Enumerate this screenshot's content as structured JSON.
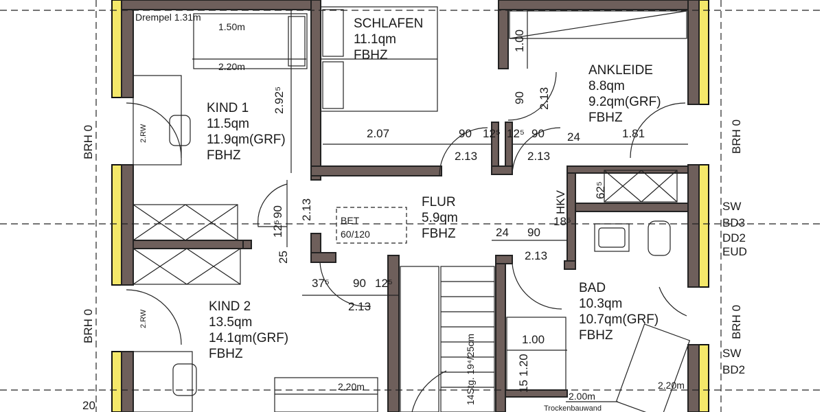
{
  "rooms": {
    "schlafen": {
      "name": "SCHLAFEN",
      "area": "11.1qm",
      "heating": "FBHZ"
    },
    "ankleide": {
      "name": "ANKLEIDE",
      "area": "8.8qm",
      "area_grf": "9.2qm(GRF)",
      "heating": "FBHZ"
    },
    "kind1": {
      "name": "KIND 1",
      "area": "11.5qm",
      "area_grf": "11.9qm(GRF)",
      "heating": "FBHZ"
    },
    "kind2": {
      "name": "KIND 2",
      "area": "13.5qm",
      "area_grf": "14.1qm(GRF)",
      "heating": "FBHZ"
    },
    "flur": {
      "name": "FLUR",
      "area": "5.9qm",
      "heating": "FBHZ"
    },
    "bad": {
      "name": "BAD",
      "area": "10.3qm",
      "area_grf": "10.7qm(GRF)",
      "heating": "FBHZ"
    }
  },
  "notes": {
    "drempel": "Drempel 1.31m",
    "bett_a": "BET",
    "bett_b": "60/120",
    "hkv": "HKV",
    "stairs": "14Stg. 19⁴/25cm",
    "trockenbau": "Trockenbauwand",
    "rw": "2.RW",
    "brh": "BRH 0",
    "sw": "SW",
    "bd_3": "BD3",
    "dd_2": "DD2",
    "eud": "EUD",
    "bd_2": "BD2",
    "edge_20": "20"
  },
  "dimensions": {
    "d_150": "1.50m",
    "d_220a": "2.20m",
    "d_292": "2.92⁵",
    "d_207": "2.07",
    "d_90a": "90",
    "d_213a": "2.13",
    "d_12a": "12⁵",
    "d_12b": "12⁵",
    "d_5": "5",
    "d_90b": "90",
    "d_213b": "2.13",
    "d_24a": "24",
    "d_181": "1.81",
    "d_100a": "1.00",
    "d_90c": "90",
    "d_213c": "2.13",
    "d_625": "62⁵",
    "d_185": "18⁵",
    "d_90d": "90",
    "d_213d": "2.13",
    "d_125": "12⁵",
    "d_25": "25",
    "d_24b": "24",
    "d_90e": "90",
    "d_213e": "2.13",
    "d_375": "37⁵",
    "d_90f": "90",
    "d_12c": "12⁵",
    "d_213f": "2.13",
    "d_100b": "1.00",
    "d_1520": "15 1.20",
    "d_220b": "2.20m",
    "d_200": "2.00m",
    "d_220c": "2.20m"
  }
}
